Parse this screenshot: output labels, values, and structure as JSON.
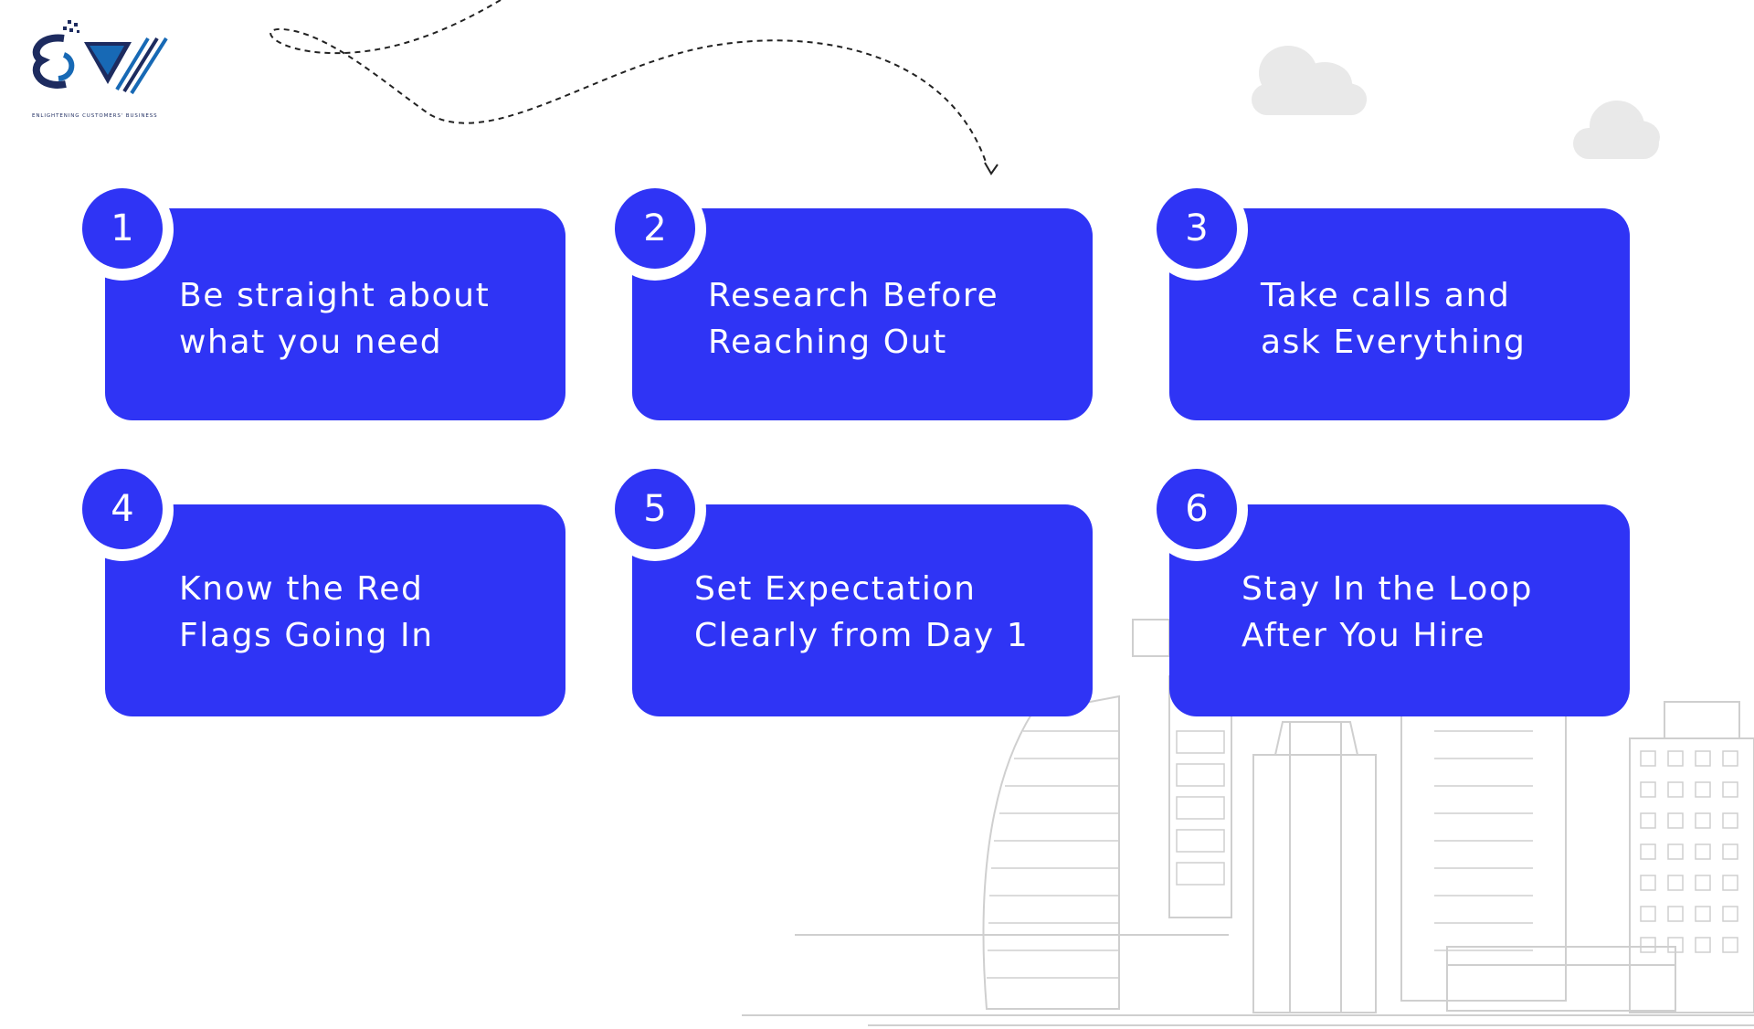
{
  "logo": {
    "tagline": "ENLIGHTENING CUSTOMERS' BUSINESS",
    "colors": {
      "primary": "#1d2b5f",
      "accent": "#1769b5"
    }
  },
  "colors": {
    "card": "#2f34f5",
    "card_text": "#ffffff",
    "cloud": "#e9e9e9",
    "cityscape_line": "#cfcfcf",
    "dashed_path": "#222222"
  },
  "steps": [
    {
      "number": "1",
      "line1": "Be straight about",
      "line2": "what you need"
    },
    {
      "number": "2",
      "line1": "Research Before",
      "line2": "Reaching Out"
    },
    {
      "number": "3",
      "line1": "Take calls and",
      "line2": "ask Everything"
    },
    {
      "number": "4",
      "line1": "Know the Red",
      "line2": "Flags Going In"
    },
    {
      "number": "5",
      "line1": "Set Expectation",
      "line2": "Clearly from Day 1"
    },
    {
      "number": "6",
      "line1": "Stay In the Loop",
      "line2": "After You Hire"
    }
  ]
}
